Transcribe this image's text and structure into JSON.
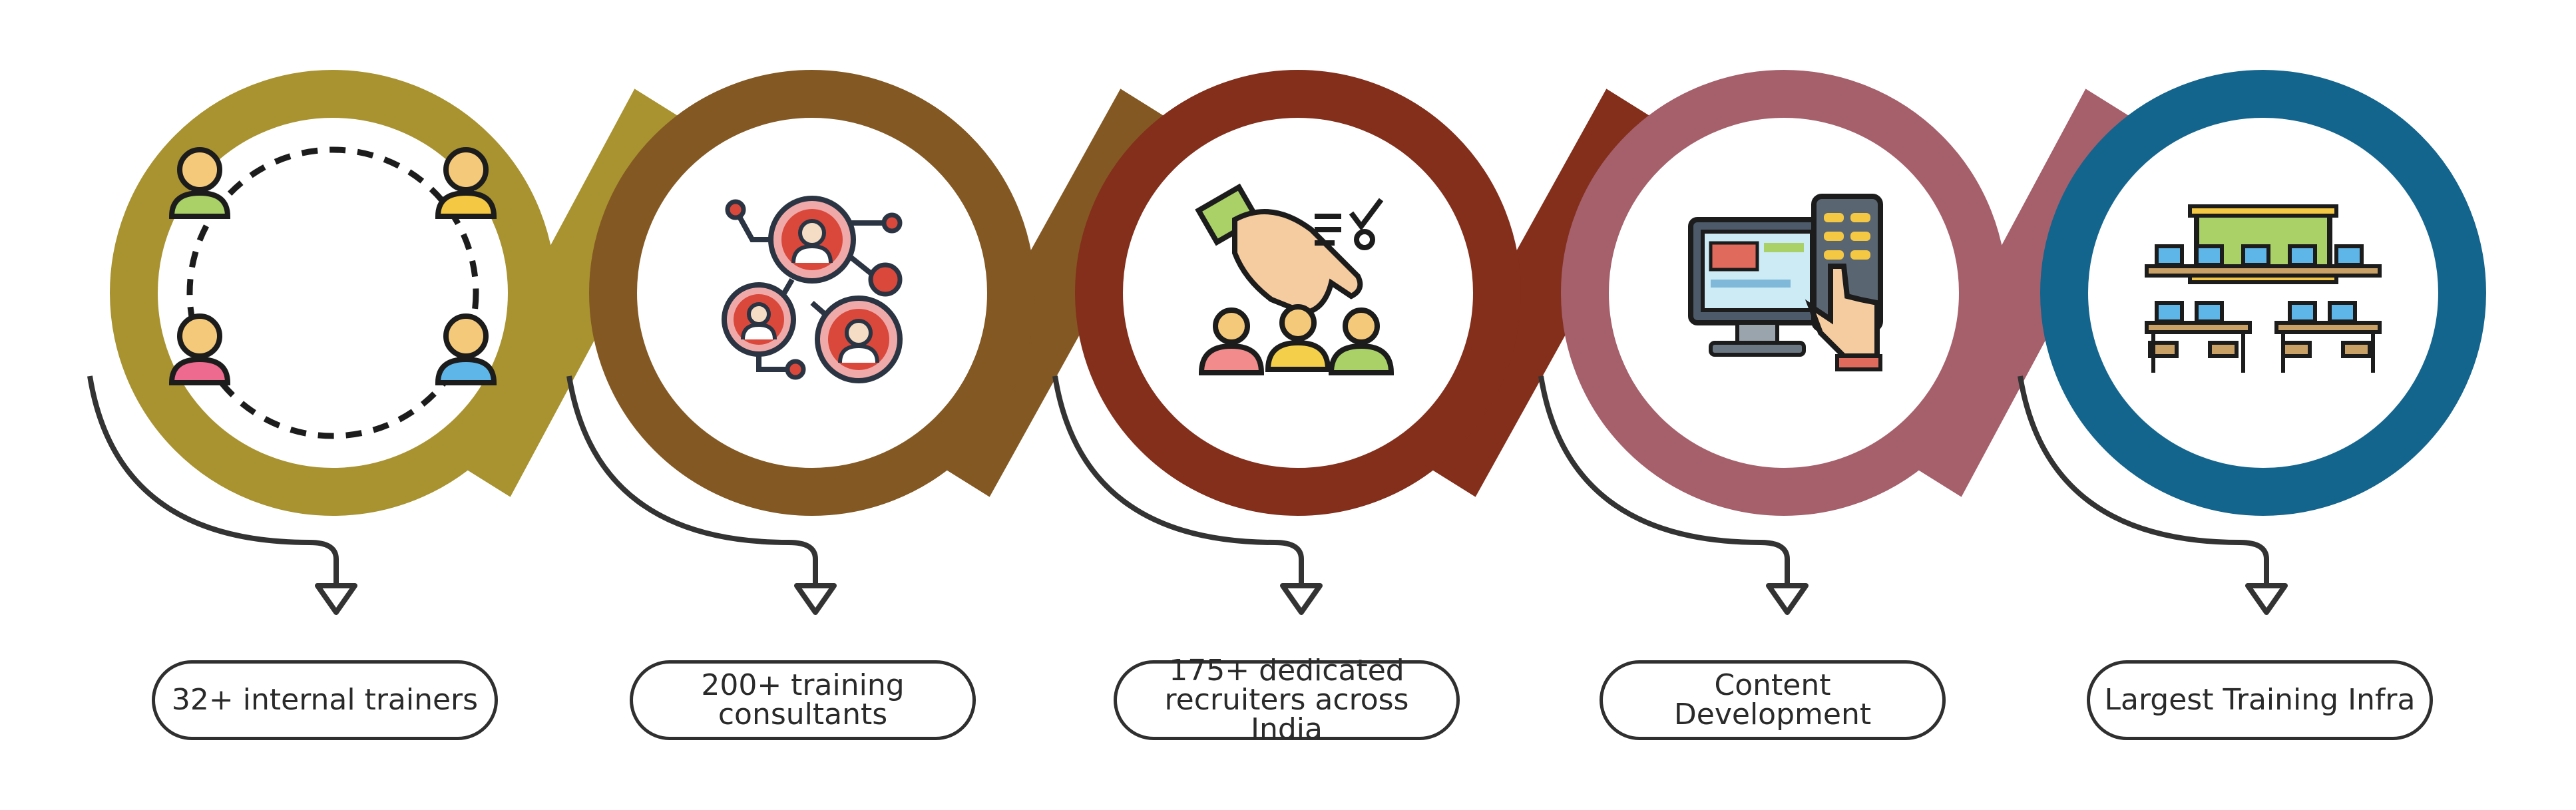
{
  "colors": {
    "ring_1": "#A99330",
    "ring_2": "#835823",
    "ring_3": "#832F1B",
    "ring_4": "#A6606B",
    "ring_5": "#14658E",
    "connector": "#333333"
  },
  "steps": [
    {
      "label": "32+ internal trainers",
      "icon": "people-circle-icon",
      "color": "#A99330"
    },
    {
      "label": "200+ training\nconsultants",
      "icon": "consultant-network-icon",
      "color": "#835823"
    },
    {
      "label": "175+ dedicated\nrecruiters across India",
      "icon": "recruiter-hand-pick-icon",
      "color": "#832F1B"
    },
    {
      "label": "Content Development",
      "icon": "content-development-monitor-icon",
      "color": "#A6606B"
    },
    {
      "label": "Largest Training Infra",
      "icon": "training-classroom-icon",
      "color": "#14658E"
    }
  ]
}
